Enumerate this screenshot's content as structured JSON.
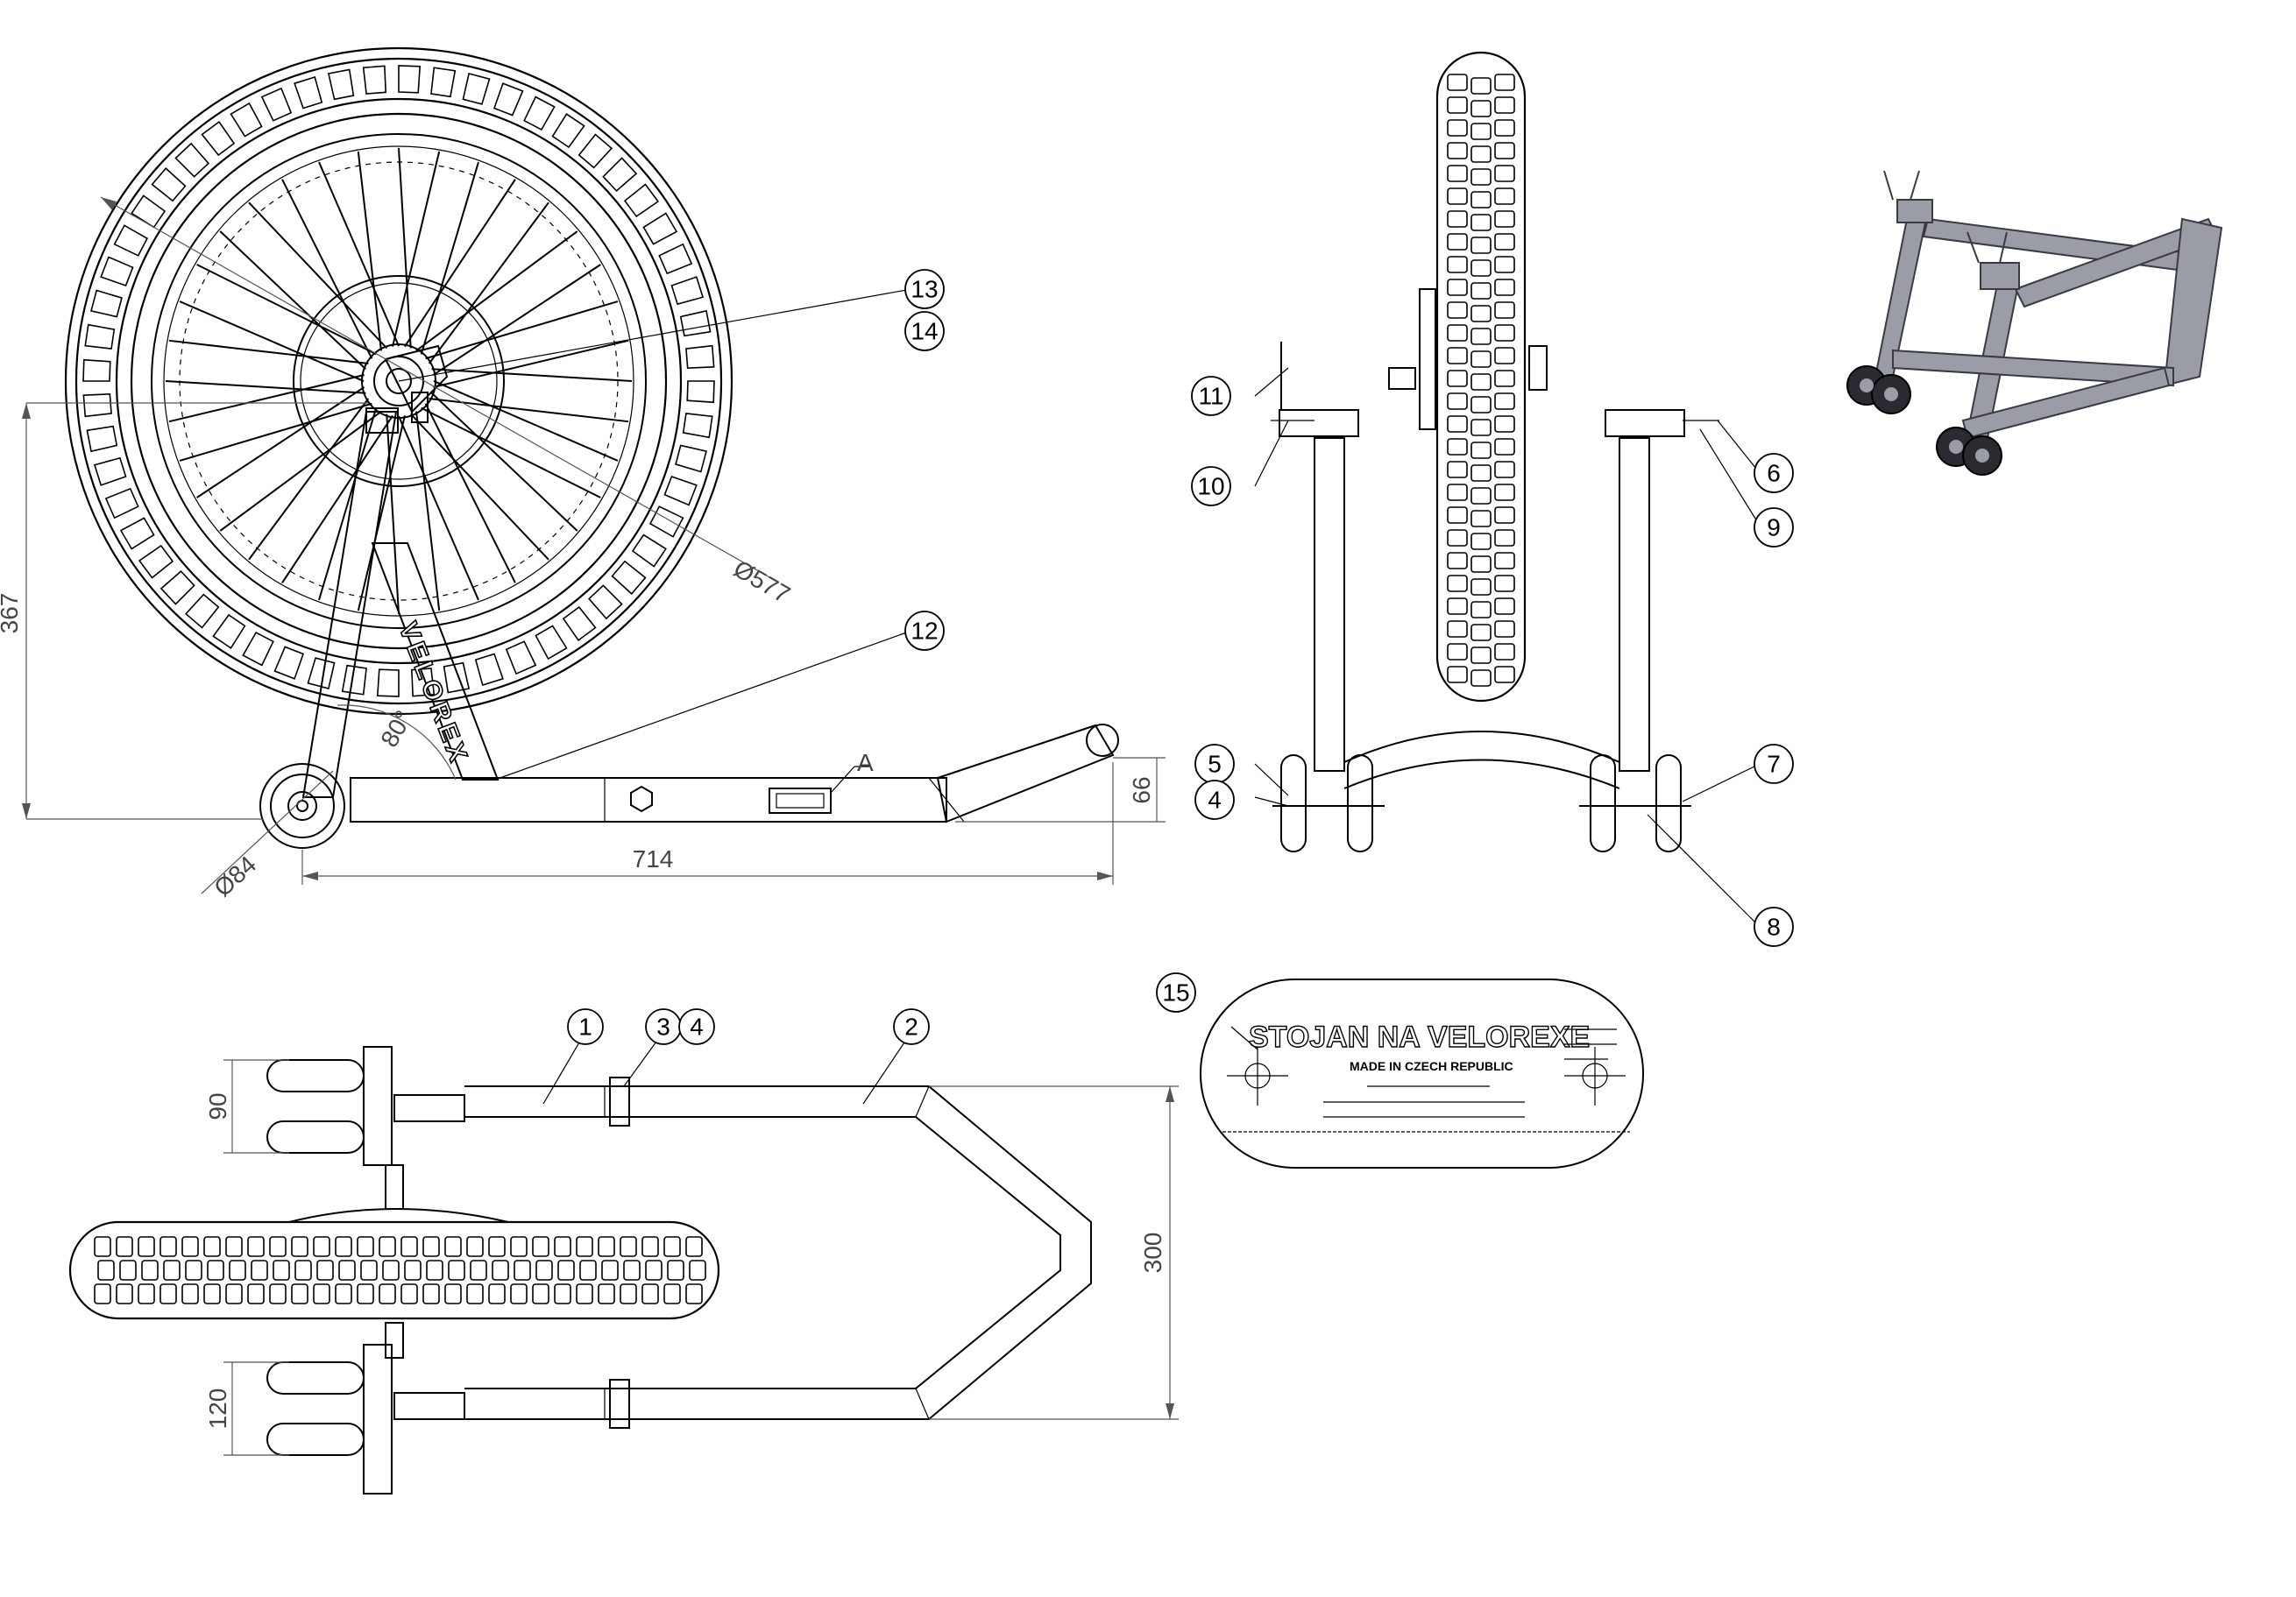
{
  "dimensions": {
    "height_367": "367",
    "dia_577": "Ø577",
    "angle_80": "80°",
    "dia_84": "Ø84",
    "length_714": "714",
    "height_66": "66",
    "width_90": "90",
    "width_300": "300",
    "width_120": "120"
  },
  "detail_label": "A",
  "brand_text": "VELOREX",
  "balloons": {
    "b1": "1",
    "b2": "2",
    "b3": "3",
    "b4_top": "4",
    "b4": "4",
    "b5": "5",
    "b6": "6",
    "b7": "7",
    "b8": "8",
    "b9": "9",
    "b10": "10",
    "b11": "11",
    "b12": "12",
    "b13": "13",
    "b14": "14",
    "b15": "15"
  },
  "nameplate": {
    "title": "STOJAN NA VELOREXE",
    "subtitle": "MADE IN CZECH REPUBLIC"
  },
  "colors": {
    "line": "#000000",
    "dimension": "#555555",
    "render_metal": "#9a9ca6"
  }
}
